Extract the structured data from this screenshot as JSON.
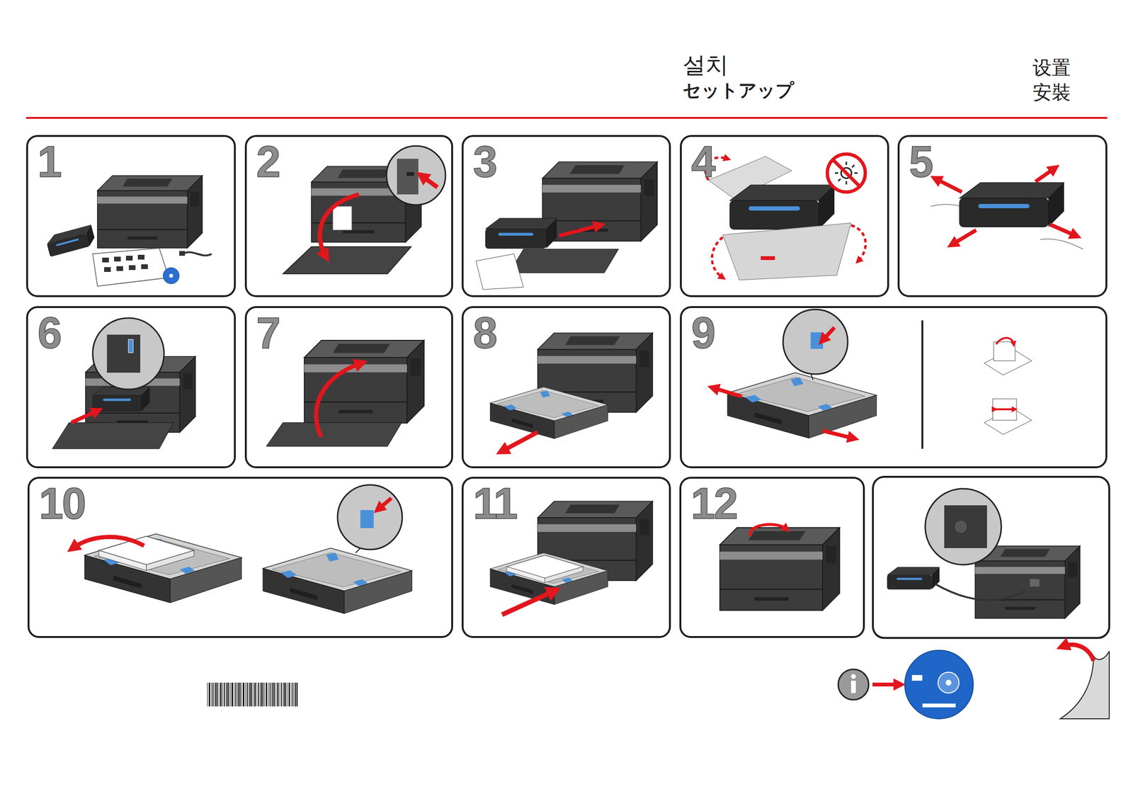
{
  "diagram": {
    "nodes": [
      {
        "text": [
          "1"
        ]
      },
      {
        "text": [
          "2"
        ]
      },
      {
        "text": [
          "3"
        ]
      },
      {
        "text": [
          "4"
        ]
      },
      {
        "text": [
          "5"
        ]
      },
      {
        "text": [
          "6"
        ]
      },
      {
        "text": [
          "7"
        ]
      },
      {
        "text": [
          "8"
        ]
      },
      {
        "text": [
          "9"
        ]
      },
      {
        "text": [
          "10"
        ]
      },
      {
        "text": [
          "11"
        ]
      },
      {
        "text": [
          "12"
        ]
      }
    ],
    "labels": [
      "설치",
      "セットアップ",
      "设置",
      "安裝"
    ]
  }
}
